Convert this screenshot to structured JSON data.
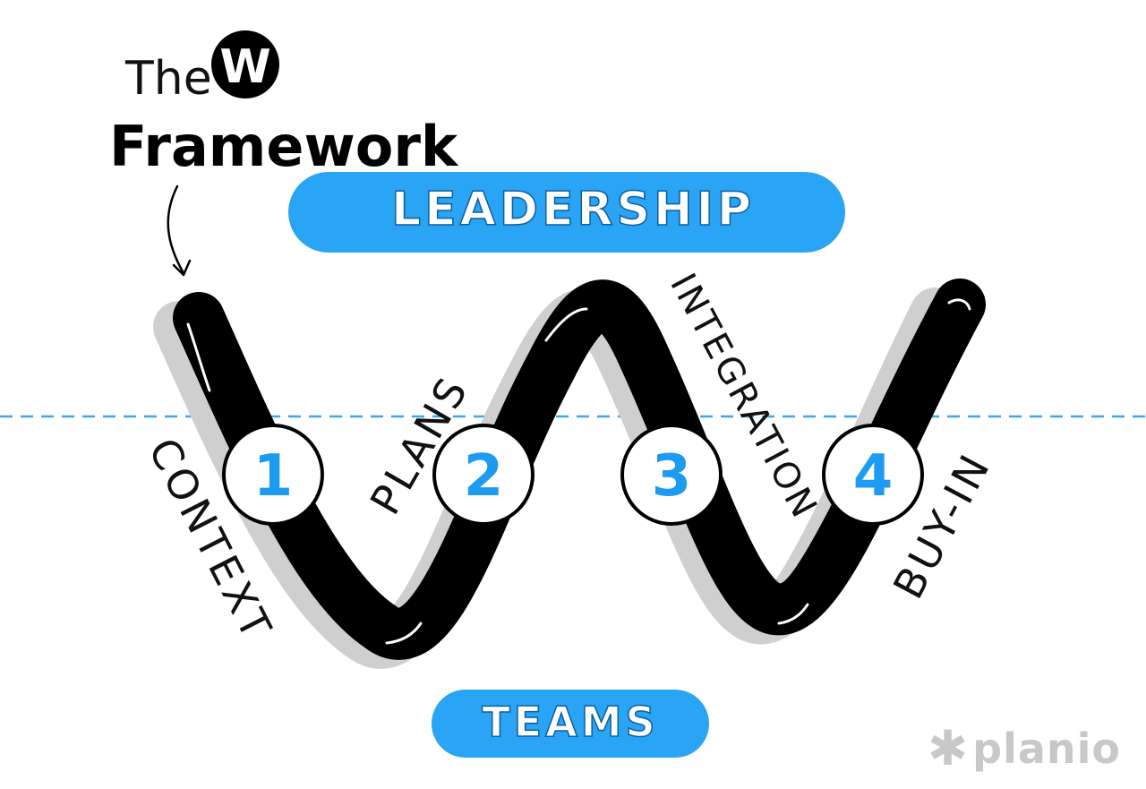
{
  "title": {
    "the": "The",
    "w_letter": "W",
    "framework": "Framework"
  },
  "top_label": "LEADERSHIP",
  "bottom_label": "TEAMS",
  "steps": [
    {
      "number": "1",
      "label": "CONTEXT"
    },
    {
      "number": "2",
      "label": "PLANS"
    },
    {
      "number": "3",
      "label": "INTEGRATION"
    },
    {
      "number": "4",
      "label": "BUY-IN"
    }
  ],
  "brand": {
    "icon": "asterisk-icon",
    "name": "planio"
  },
  "colors": {
    "accent": "#1d9bf0",
    "pill": "#2aa4f4",
    "stroke": "#000000",
    "shadow": "#cfcfcf",
    "divider": "#3ea6ee",
    "brand": "#c8c8c8"
  }
}
